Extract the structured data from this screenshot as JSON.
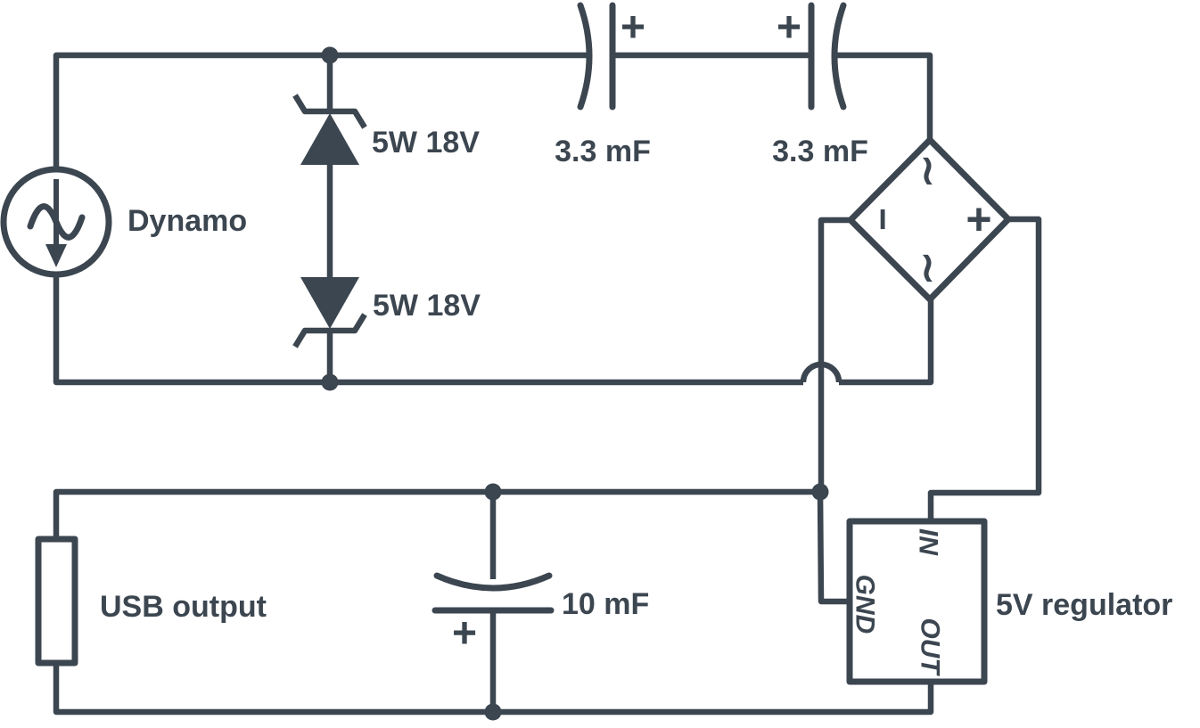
{
  "colors": {
    "line": "#3c4650",
    "component_fill": "#ffffff",
    "background": "#ffffff"
  },
  "source": {
    "label": "Dynamo"
  },
  "zeners": {
    "top": {
      "label": "5W 18V"
    },
    "bottom": {
      "label": "5W 18V"
    }
  },
  "series_caps": {
    "left": {
      "label": "3.3 mF",
      "polarity": "+"
    },
    "right": {
      "label": "3.3 mF",
      "polarity": "+"
    }
  },
  "bridge": {
    "ac_top": "∼",
    "ac_bottom": "∼",
    "minus": "−",
    "plus": "+"
  },
  "smoothing_cap": {
    "label": "10 mF",
    "polarity": "+"
  },
  "regulator": {
    "label": "5V regulator",
    "pins": {
      "in": "IN",
      "gnd": "GND",
      "out": "OUT"
    }
  },
  "load": {
    "label": "USB output"
  }
}
